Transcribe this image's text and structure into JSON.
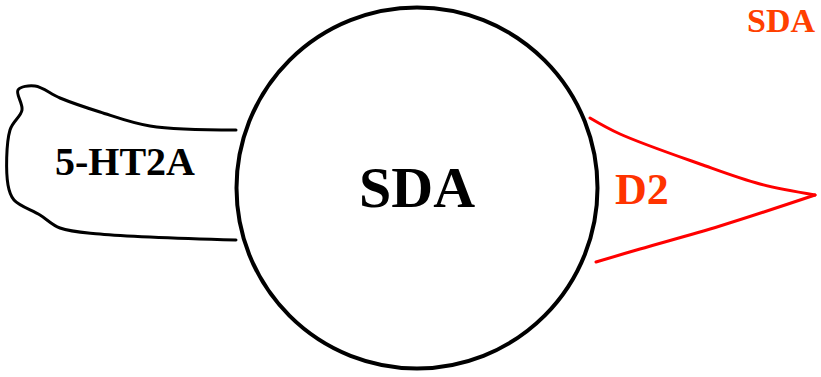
{
  "diagram": {
    "nodes": [
      {
        "text": [
          "5-HT2A"
        ]
      },
      {
        "text": [
          "SDA"
        ]
      },
      {
        "text": [
          "D2"
        ]
      }
    ],
    "labels": [
      "SDA"
    ]
  }
}
